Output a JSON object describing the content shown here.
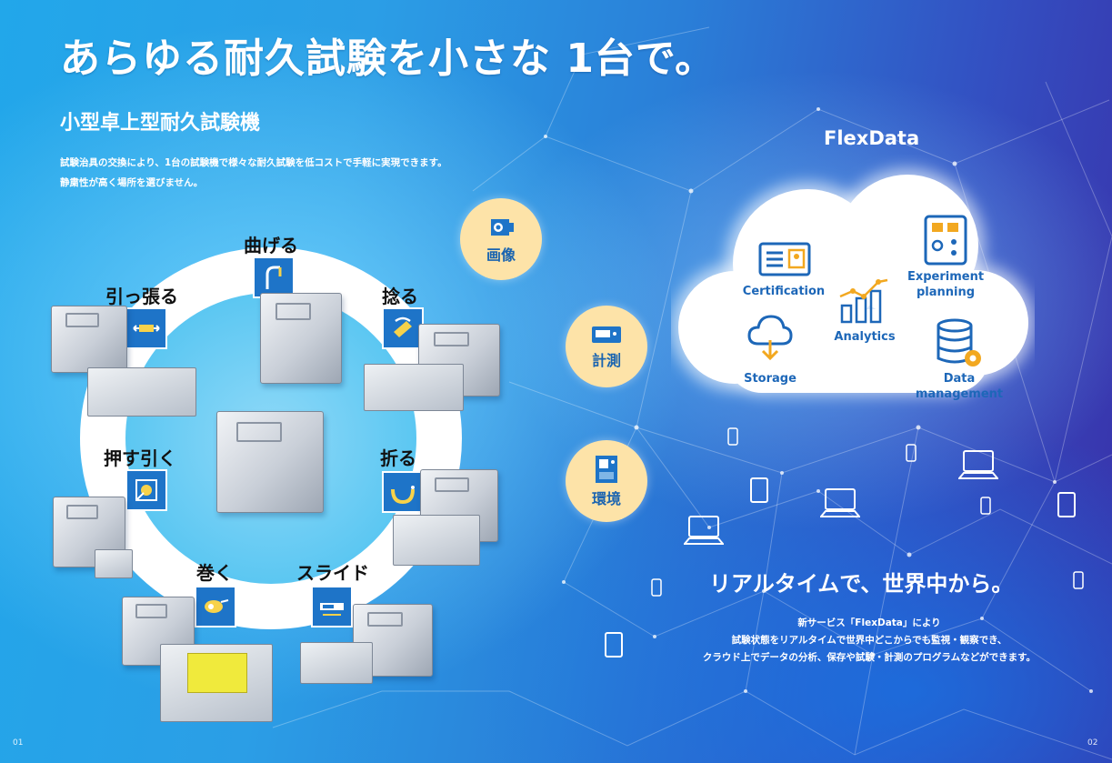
{
  "headline": "あらゆる耐久試験を小さな 1台で。",
  "product": {
    "subtitle": "小型卓上型耐久試験機",
    "description": [
      "試験治具の交換により、1台の試験機で様々な耐久試験を低コストで手軽に実現できます。",
      "静粛性が高く場所を選びません。"
    ]
  },
  "test_modes": [
    {
      "label": "曲げる",
      "icon": "bend-icon"
    },
    {
      "label": "捻る",
      "icon": "twist-icon"
    },
    {
      "label": "折る",
      "icon": "fold-icon"
    },
    {
      "label": "スライド",
      "icon": "slide-icon"
    },
    {
      "label": "巻く",
      "icon": "roll-icon"
    },
    {
      "label": "押す引く",
      "icon": "push-pull-icon"
    },
    {
      "label": "引っ張る",
      "icon": "tensile-icon"
    }
  ],
  "features": [
    {
      "label": "画像",
      "icon": "camera-icon"
    },
    {
      "label": "計測",
      "icon": "meter-icon"
    },
    {
      "label": "環境",
      "icon": "chamber-icon"
    }
  ],
  "flexdata": {
    "name": "FlexData",
    "cloud_items": [
      {
        "label": "Certification",
        "icon": "certificate-icon"
      },
      {
        "label": "Experiment planning",
        "icon": "control-panel-icon"
      },
      {
        "label": "Analytics",
        "icon": "analytics-icon"
      },
      {
        "label": "Storage",
        "icon": "cloud-storage-icon"
      },
      {
        "label": "Data management",
        "icon": "database-gear-icon"
      }
    ],
    "tagline": "リアルタイムで、世界中から。",
    "description": [
      "新サービス「FlexData」により",
      "試験状態をリアルタイムで世界中どこからでも監視・観察でき、",
      "クラウド上でデータの分析、保存や試験・計測のプログラムなどができます。"
    ]
  },
  "page_numbers": {
    "left": "01",
    "right": "02"
  },
  "colors": {
    "accent_blue": "#1e74c8",
    "feature_badge": "#fde3a8",
    "cloud_text": "#1d67b8"
  }
}
